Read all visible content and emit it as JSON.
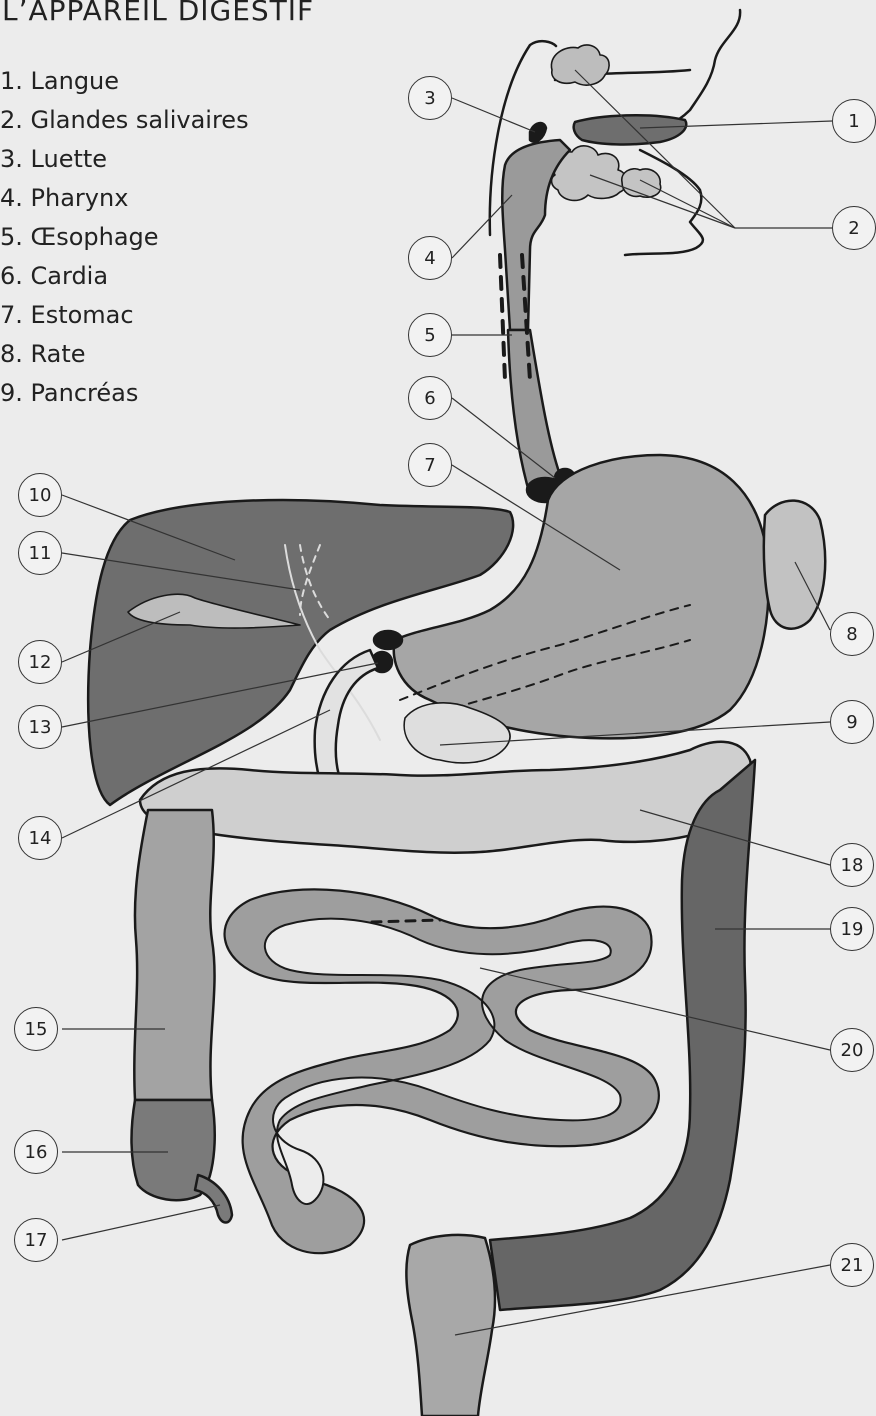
{
  "title": "L’APPAREIL DIGESTIF",
  "legend": [
    "1. Langue",
    "2. Glandes salivaires",
    "3. Luette",
    "4. Pharynx",
    "5. Œsophage",
    "6. Cardia",
    "7. Estomac",
    "8. Rate",
    "9. Pancréas"
  ],
  "callouts": [
    "1",
    "2",
    "3",
    "4",
    "5",
    "6",
    "7",
    "8",
    "9",
    "10",
    "11",
    "12",
    "13",
    "14",
    "15",
    "16",
    "17",
    "18",
    "19",
    "20",
    "21"
  ],
  "colors": {
    "background": "#ececec",
    "liver": "#6e6e6e",
    "stomach": "#a6a6a6",
    "esophagus": "#9a9a9a",
    "transverse_colon": "#cfcfcf",
    "descending_colon": "#666666",
    "ascending_colon": "#a3a3a3",
    "small_intestine": "#9e9e9e",
    "cecum": "#7a7a7a",
    "rectum": "#a8a8a8",
    "sphincter": "#1a1a1a",
    "outline": "#1a1a1a"
  }
}
